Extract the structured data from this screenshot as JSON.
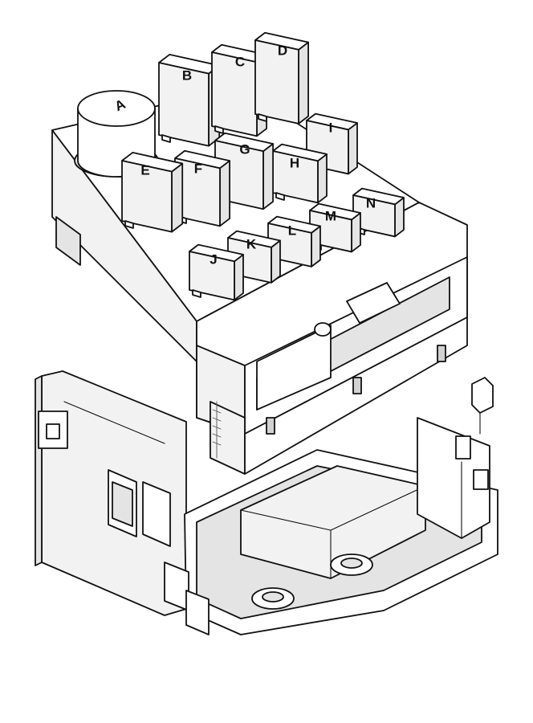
{
  "relays": [
    {
      "id": "A",
      "label": "A",
      "shape": "cylinder"
    },
    {
      "id": "B",
      "label": "B",
      "shape": "box"
    },
    {
      "id": "C",
      "label": "C",
      "shape": "box"
    },
    {
      "id": "D",
      "label": "D",
      "shape": "box"
    },
    {
      "id": "E",
      "label": "E",
      "shape": "box"
    },
    {
      "id": "F",
      "label": "F",
      "shape": "box"
    },
    {
      "id": "G",
      "label": "G",
      "shape": "box"
    },
    {
      "id": "H",
      "label": "H",
      "shape": "box"
    },
    {
      "id": "I",
      "label": "I",
      "shape": "box"
    },
    {
      "id": "J",
      "label": "J",
      "shape": "box"
    },
    {
      "id": "K",
      "label": "K",
      "shape": "box"
    },
    {
      "id": "L",
      "label": "L",
      "shape": "box"
    },
    {
      "id": "M",
      "label": "M",
      "shape": "box"
    },
    {
      "id": "N",
      "label": "N",
      "shape": "box"
    }
  ]
}
